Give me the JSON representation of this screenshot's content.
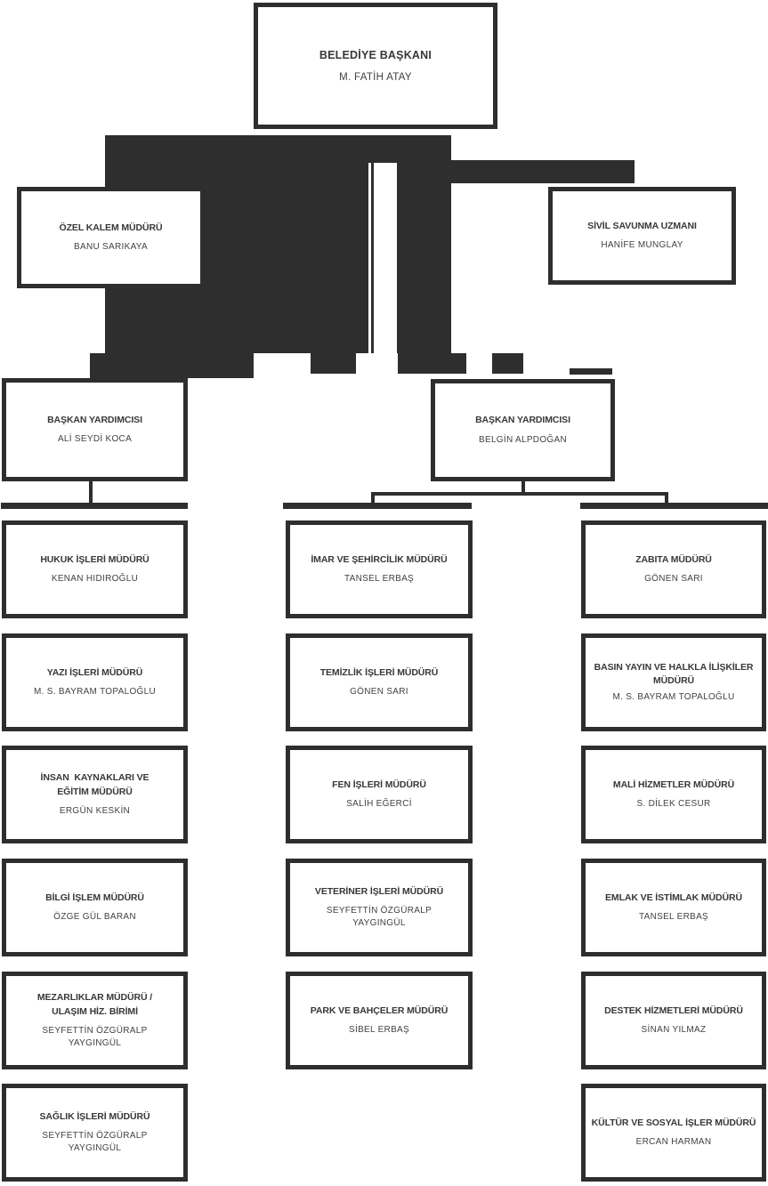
{
  "page": {
    "background_color": "#ffffff",
    "shape_color": "#2e2e2e",
    "title_text_color": "#383838",
    "name_text_color": "#424242"
  },
  "org": {
    "mayor": {
      "title": "BELEDİYE BAŞKANI",
      "name": "M. FATİH ATAY"
    },
    "staff": [
      {
        "title": "ÖZEL KALEM MÜDÜRÜ",
        "name": "BANU SARIKAYA"
      },
      {
        "title": "SİVİL SAVUNMA UZMANI",
        "name": "HANİFE MUNGLAY"
      }
    ],
    "deputies": [
      {
        "title": "BAŞKAN YARDIMCISI",
        "name": "ALİ SEYDİ KOCA"
      },
      {
        "title": "BAŞKAN YARDIMCISI",
        "name": "BELGİN ALPDOĞAN"
      }
    ],
    "columns": {
      "left": [
        {
          "title": "HUKUK İŞLERİ MÜDÜRÜ",
          "name": "KENAN HIDIROĞLU"
        },
        {
          "title": "YAZI İŞLERİ MÜDÜRÜ",
          "name": "M. S. BAYRAM TOPALOĞLU"
        },
        {
          "title": "İNSAN  KAYNAKLARI VE\nEĞİTİM MÜDÜRÜ",
          "name": "ERGÜN KESKİN"
        },
        {
          "title": "BİLGİ İŞLEM MÜDÜRÜ",
          "name": "ÖZGE GÜL BARAN"
        },
        {
          "title": "MEZARLIKLAR MÜDÜRÜ /\nULAŞIM HİZ. BİRİMİ",
          "name": "SEYFETTİN ÖZGÜRALP\nYAYGINGÜL"
        },
        {
          "title": "SAĞLIK İŞLERİ MÜDÜRÜ",
          "name": "SEYFETTİN ÖZGÜRALP\nYAYGINGÜL"
        }
      ],
      "middle": [
        {
          "title": "İMAR VE ŞEHİRCİLİK MÜDÜRÜ",
          "name": "TANSEL ERBAŞ"
        },
        {
          "title": "TEMİZLİK İŞLERİ MÜDÜRÜ",
          "name": "GÖNEN SARI"
        },
        {
          "title": "FEN İŞLERİ MÜDÜRÜ",
          "name": "SALİH EĞERCİ"
        },
        {
          "title": "VETERİNER İŞLERİ MÜDÜRÜ",
          "name": "SEYFETTİN ÖZGÜRALP\nYAYGINGÜL"
        },
        {
          "title": "PARK VE BAHÇELER MÜDÜRÜ",
          "name": "SİBEL ERBAŞ"
        }
      ],
      "right": [
        {
          "title": "ZABITA MÜDÜRÜ",
          "name": "GÖNEN SARI"
        },
        {
          "title": "BASIN YAYIN VE HALKLA İLİŞKİLER\nMÜDÜRÜ",
          "name": "M. S. BAYRAM TOPALOĞLU"
        },
        {
          "title": "MALİ HİZMETLER MÜDÜRÜ",
          "name": "S. DİLEK CESUR"
        },
        {
          "title": "EMLAK VE İSTİMLAK MÜDÜRÜ",
          "name": "TANSEL ERBAŞ"
        },
        {
          "title": "DESTEK HİZMETLERİ MÜDÜRÜ",
          "name": "SİNAN YILMAZ"
        },
        {
          "title": "KÜLTÜR VE SOSYAL İŞLER MÜDÜRÜ",
          "name": "ERCAN HARMAN"
        }
      ]
    }
  }
}
